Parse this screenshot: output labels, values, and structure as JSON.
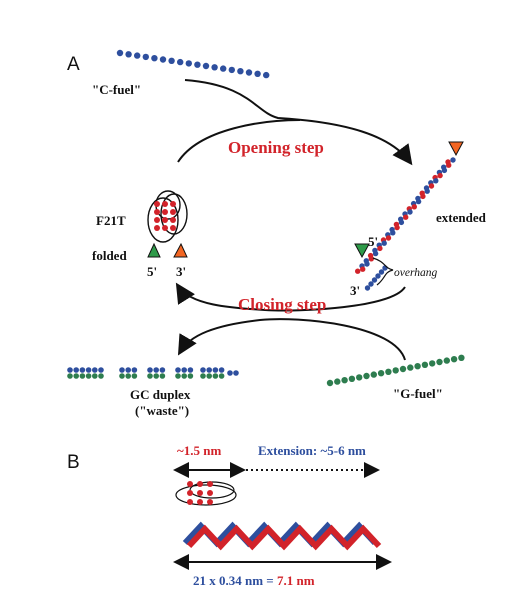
{
  "panels": {
    "a": "A",
    "b": "B"
  },
  "labels": {
    "c_fuel": "\"C-fuel\"",
    "opening_step": "Opening step",
    "closing_step": "Closing step",
    "extended": "extended",
    "f21t": "F21T",
    "folded": "folded",
    "five_prime_folded": "5'",
    "three_prime_folded": "3'",
    "five_prime_ext": "5'",
    "three_prime_ext": "3'",
    "overhang": "overhang",
    "gc_duplex": "GC duplex",
    "waste": "(\"waste\")",
    "g_fuel": "\"G-fuel\""
  },
  "panel_b": {
    "width_label": "~1.5 nm",
    "extension_label": "Extension: ~5-6 nm",
    "length_label_prefix": "21 x 0.34 nm = ",
    "length_label_value": "7.1 nm"
  },
  "colors": {
    "strand_c": "#2e4f9e",
    "strand_g": "#2e7d4f",
    "strand_red": "#d2232a",
    "step_text": "#d2232a",
    "fluor_green": "#2e9a49",
    "fluor_orange": "#f26522",
    "arrow": "#111111"
  }
}
